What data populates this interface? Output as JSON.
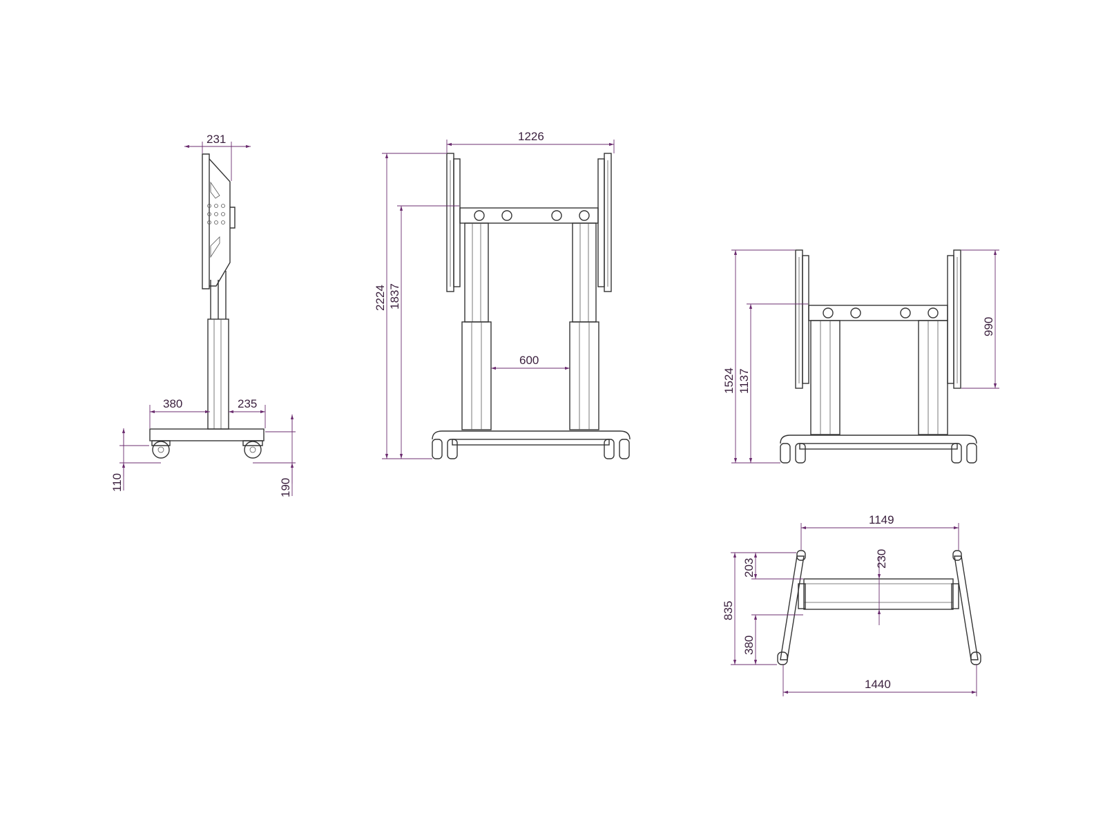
{
  "dimension_color": "#6b2c6f",
  "line_color": "#333333",
  "views": {
    "side": {
      "width_top": "231",
      "base_rear": "380",
      "base_front": "235",
      "caster_height": "110",
      "base_height": "190"
    },
    "front_high": {
      "overall_width": "1226",
      "overall_height": "2224",
      "bracket_height": "1837",
      "column_spacing": "600"
    },
    "front_low": {
      "overall_height": "1524",
      "bracket_height": "1137",
      "bracket_length": "990"
    },
    "top": {
      "inner_width": "1149",
      "overall_width": "1440",
      "depth_front": "203",
      "depth_total": "835",
      "depth_rear": "380",
      "depth_center": "230"
    }
  }
}
